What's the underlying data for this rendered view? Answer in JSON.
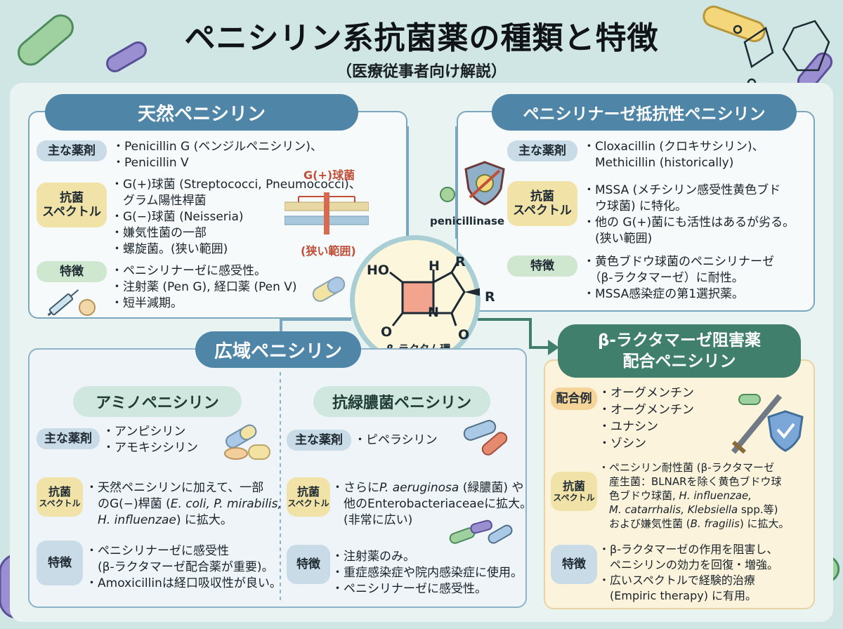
{
  "title": "ペニシリン系抗菌薬の種類と特徴",
  "subtitle": "（医療従事者向け解説）",
  "natural": {
    "header": "天然ペニシリン",
    "tag_drugs": "主な薬剤",
    "drugs": [
      "・Penicillin G (ベンジルペニシリン)、",
      "・Penicillin V"
    ],
    "tag_spectrum_1": "抗菌",
    "tag_spectrum_2": "スペクトル",
    "spectrum": [
      "・G(+)球菌 (Streptococci, Pneumococci)、",
      "　グラム陽性桿菌",
      "・G(−)球菌 (Neisseria)",
      "・嫌気性菌の一部",
      "・螺旋菌。(狭い範囲)"
    ],
    "tag_feature": "特徴",
    "features": [
      "・ペニシリナーゼに感受性。",
      "・注射薬 (Pen G), 経口薬 (Pen V)",
      "・短半減期。"
    ],
    "diagram_top": "G(+)球菌",
    "diagram_bottom": "(狭い範囲)"
  },
  "resistant": {
    "header": "ペニシリナーゼ抵抗性ペニシリン",
    "enzyme_label": "penicillinase",
    "tag_drugs": "主な薬剤",
    "drugs": [
      "・Cloxacillin (クロキサシリン)、",
      "　Methicillin (historically)"
    ],
    "tag_spectrum_1": "抗菌",
    "tag_spectrum_2": "スペクトル",
    "spectrum": [
      "・MSSA (メチシリン感受性黄色ブド",
      "　ウ球菌) に特化。",
      "・他の G(+)菌にも活性はあるが劣る。",
      "　(狭い範囲)"
    ],
    "tag_feature": "特徴",
    "features": [
      "・黄色ブドウ球菌のペニシリナーゼ",
      "　（β-ラクタマーゼ）に耐性。",
      "・MSSA感染症の第1選択薬。"
    ]
  },
  "core": {
    "ho": "HO",
    "h": "H",
    "r1": "R",
    "r2": "R",
    "n": "N",
    "o1": "O",
    "o2": "O",
    "label": "β-ラクタム環"
  },
  "broad": {
    "header": "広域ペニシリン",
    "amino": {
      "header": "アミノペニシリン",
      "tag_drugs": "主な薬剤",
      "drugs": [
        "・アンピシリン",
        "・アモキシシリン"
      ],
      "tag_spectrum_1": "抗菌",
      "tag_spectrum_2": "スペクトル",
      "spectrum_l1": "・天然ペニシリンに加えて、一部",
      "spectrum_l2a": "　のG(−)桿菌 (",
      "spectrum_l2b": "E. coli, P. mirabilis,",
      "spectrum_l3a": "　",
      "spectrum_l3b": "H. influenzae",
      "spectrum_l3c": ") に拡大。",
      "tag_feature": "特徴",
      "features": [
        "・ペニシリナーゼに感受性",
        "　(β-ラクタマーゼ配合薬が重要)。",
        "・Amoxicillinは経口吸収性が良い。"
      ]
    },
    "anti": {
      "header": "抗緑膿菌ペニシリン",
      "tag_drugs": "主な薬剤",
      "drugs": [
        "・ピペラシリン"
      ],
      "tag_spectrum_1": "抗菌",
      "tag_spectrum_2": "スペクトル",
      "spectrum_l1a": "・さらに",
      "spectrum_l1b": "P. aeruginosa",
      "spectrum_l1c": " (緑膿菌) や",
      "spectrum_l2": "　他のEnterobacteriaceaeに拡大。",
      "spectrum_l3": "　(非常に広い)",
      "tag_feature": "特徴",
      "features": [
        "・注射薬のみ。",
        "・重症感染症や院内感染症に使用。",
        "・ペニシリナーゼに感受性。"
      ]
    }
  },
  "combo": {
    "header_1": "β-ラクタマーゼ阻害薬",
    "header_2": "配合ペニシリン",
    "tag_examples": "配合例",
    "examples": [
      "・オーグメンチン",
      "・オーグメンチン",
      "・ユナシン",
      "・ゾシン"
    ],
    "tag_spectrum_1": "抗菌",
    "tag_spectrum_2": "スペクトル",
    "spectrum_l1": "・ペニシリン耐性菌 (β-ラクタマーゼ",
    "spectrum_l2": "　産生菌：BLNARを除く黄色ブドウ球",
    "spectrum_l3a": "　色ブドウ球菌, ",
    "spectrum_l3b": "H. influenzae,",
    "spectrum_l4a": "　",
    "spectrum_l4b": "M. catarrhalis, Klebsiella",
    "spectrum_l4c": " spp.等)",
    "spectrum_l5a": "　および嫌気性菌 (",
    "spectrum_l5b": "B. fragilis",
    "spectrum_l5c": ") に拡大。",
    "tag_feature": "特徴",
    "features": [
      "・β-ラクタマーゼの作用を阻害し、",
      "　ペニシリンの効力を回復・増強。",
      "・広いスペクトルで経験的治療",
      "　(Empiric therapy) に有用。"
    ]
  }
}
